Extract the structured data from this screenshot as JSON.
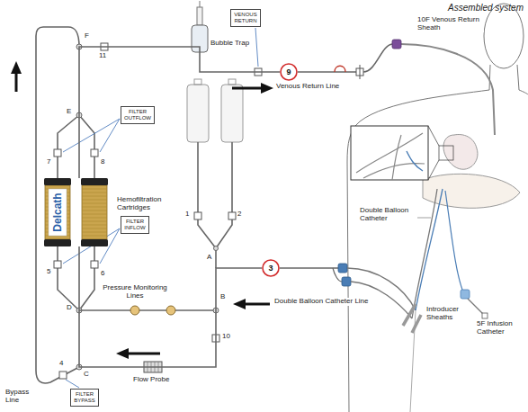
{
  "diagram": {
    "title": "Assembled system",
    "nodes": [
      {
        "text": [
          "VENOUS RETURN"
        ]
      },
      {
        "text": [
          "9"
        ]
      },
      {
        "text": [
          "FILTER OUTFLOW"
        ]
      },
      {
        "text": [
          "Delcath"
        ]
      },
      {
        "text": [
          "FILTER INFLOW"
        ]
      },
      {
        "text": [
          "3"
        ]
      },
      {
        "text": [
          "FILTER BYPASS"
        ]
      }
    ],
    "edges": [
      {
        "from": 5,
        "to": 3,
        "arrow": "none"
      },
      {
        "from": 3,
        "to": 1,
        "arrow": "none"
      }
    ],
    "labels": [
      "Bubble Trap",
      "10F Venous Return Sheath",
      "F",
      "11",
      "Venous Return Line",
      "E",
      "7",
      "8",
      "Hemofiltration Cartridges",
      "1",
      "2",
      "A",
      "5",
      "6",
      "Pressure Monitoring Lines",
      "D",
      "B",
      "Double Balloon Catheter Line",
      "Double Balloon Catheter",
      "Introducer Sheaths",
      "5F Infusion Catheter",
      "10",
      "4",
      "C",
      "Flow Probe",
      "Bypass Line"
    ]
  }
}
